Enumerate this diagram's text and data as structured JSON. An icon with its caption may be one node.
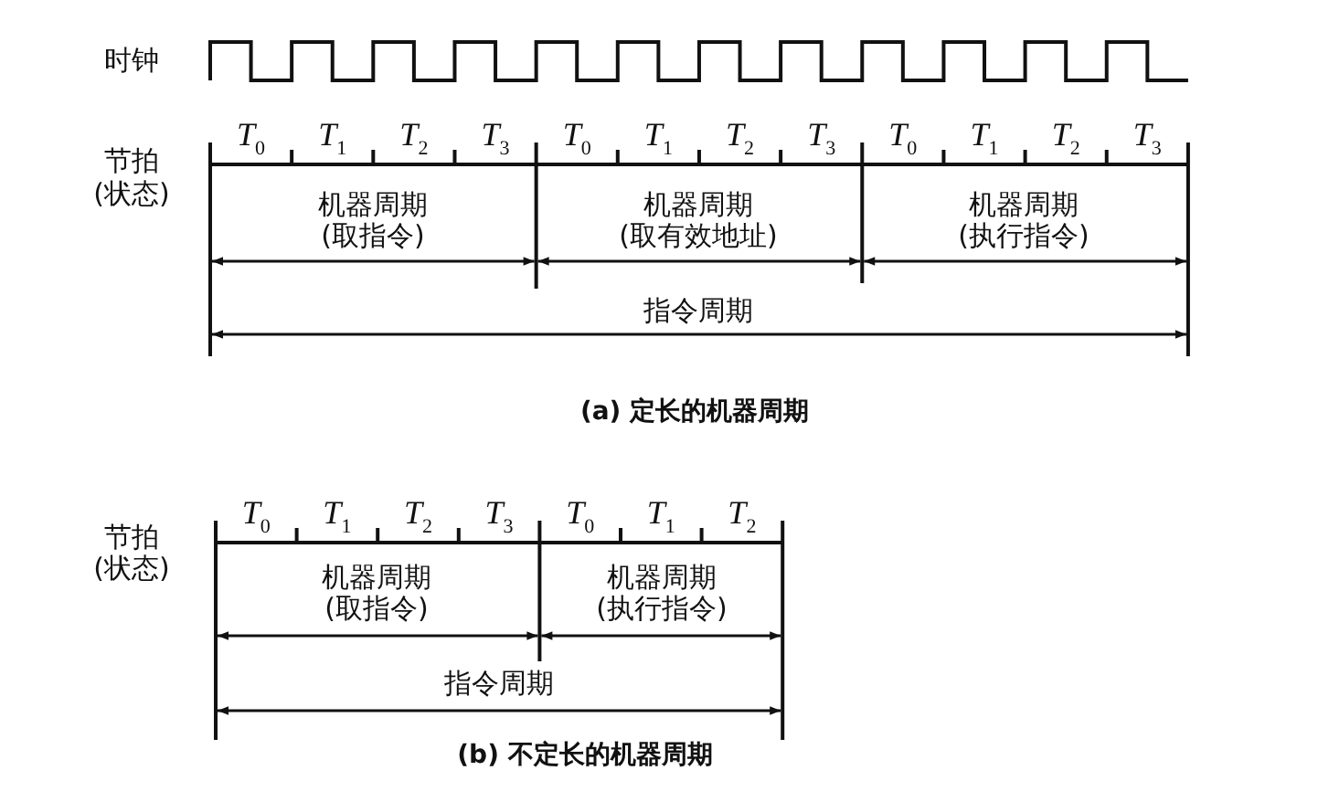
{
  "diagram": {
    "labels": [
      "时钟",
      "节拍",
      "(状态)",
      "T$_{0}$",
      "T$_{1}$",
      "T$_{2}$",
      "T$_{3}$",
      "T$_{0}$",
      "T$_{1}$",
      "T$_{2}$",
      "T$_{3}$",
      "T$_{0}$",
      "T$_{1}$",
      "T$_{2}$",
      "T$_{3}$",
      "机器周期",
      "(取指令)",
      "机器周期",
      "(取有效地址)",
      "机器周期",
      "(执行指令)",
      "指令周期",
      "(a) 定长的机器周期",
      "节拍",
      "(状态)",
      "T$_{0}$",
      "T$_{1}$",
      "T$_{2}$",
      "T$_{3}$",
      "T$_{0}$",
      "T$_{1}$",
      "T$_{2}$",
      "机器周期",
      "(取指令)",
      "机器周期",
      "(执行指令)",
      "指令周期",
      "(b) 不定长的机器周期"
    ]
  }
}
